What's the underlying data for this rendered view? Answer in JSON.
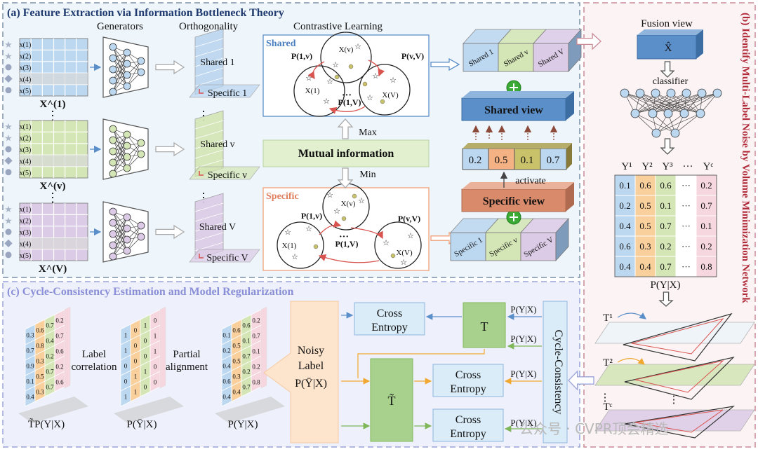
{
  "panel_a": {
    "title": "(a) Feature Extraction via Information Bottleneck Theory",
    "col_generators": "Generators",
    "col_orthogonality": "Orthogonality",
    "col_contrastive": "Contrastive Learning",
    "views": [
      {
        "matrix_label": "X^(1)",
        "shared": "Shared 1",
        "specific": "Specific 1",
        "color": "#bcd7f0"
      },
      {
        "matrix_label": "X^(v)",
        "shared": "Shared v",
        "specific": "Specific v",
        "color": "#d4e6b5"
      },
      {
        "matrix_label": "X^(V)",
        "shared": "Shared V",
        "specific": "Specific V",
        "color": "#dccbe6"
      }
    ],
    "row_labels": [
      "x(1)",
      "x(2)",
      "x(3)",
      "x(4)",
      "x(5)"
    ],
    "shared_title": "Shared",
    "specific_title": "Specific",
    "mutual_information": "Mutual information",
    "max": "Max",
    "min": "Min",
    "activate": "activate",
    "shared_view": "Shared view",
    "specific_view": "Specific view",
    "activation_values": [
      "0.2",
      "0.5",
      "0.1",
      "0.7"
    ],
    "activation_colors": [
      "#bcd7f0",
      "#f4b183",
      "#c9c26a",
      "#bcd7f0"
    ],
    "stack_shared": [
      "Shared 1",
      "Shared v",
      "Shared V"
    ],
    "stack_specific": [
      "Specific 1",
      "Specific v",
      "Specific V"
    ],
    "p_labels": [
      "P(1,v)",
      "P(v,V)",
      "P(1,V)"
    ],
    "x_labels": [
      "X(1)",
      "X(v)",
      "X(V)"
    ]
  },
  "panel_b": {
    "title": "(b) Identify Multi-Label Noise by Volume Minimization Network",
    "fusion_view": "Fusion view",
    "x_hat": "X̂",
    "classifier": "classifier",
    "y_headers": [
      "Y¹",
      "Y²",
      "Y³",
      "···",
      "Yᶜ"
    ],
    "table": [
      [
        "0.1",
        "0.6",
        "0.6",
        "···",
        "0.2"
      ],
      [
        "0.2",
        "0.5",
        "0.1",
        "···",
        "0.7"
      ],
      [
        "0.4",
        "0.5",
        "0.7",
        "···",
        "0.1"
      ],
      [
        "0.6",
        "0.3",
        "0.2",
        "···",
        "0.2"
      ],
      [
        "0.4",
        "0.4",
        "0.7",
        "···",
        "0.8"
      ]
    ],
    "table_colors": [
      "#bcd7f0",
      "#f9cf9b",
      "#d4e6b5",
      "#ffffff",
      "#f6d6df"
    ],
    "pyx": "P(Y|X)",
    "t_labels": [
      "T¹",
      "T²",
      "Tᶜ"
    ]
  },
  "panel_c": {
    "title": "(c) Cycle-Consistency Estimation and Model Regularization",
    "label_correlation": "Label correlation",
    "partial_alignment": "Partial alignment",
    "matrix_captions": [
      "T̃P(Y|X)",
      "P(Ȳ|X)",
      "P(Y|X)"
    ],
    "m1_values": [
      [
        "0.3",
        "0.6",
        "0.7",
        "0.2"
      ],
      [
        "0.7",
        "0.8",
        "0.4",
        "0.7"
      ],
      [
        "0.9",
        "0.3",
        "0.2",
        "0.6"
      ],
      [
        "0.1",
        "0.5",
        "0.7",
        "0.2"
      ],
      [
        "0.4",
        "0.3",
        "0.7",
        "0.6"
      ]
    ],
    "m2_values": [
      [
        "1",
        "0",
        "1",
        "0"
      ],
      [
        "1",
        "0",
        "0",
        "1"
      ],
      [
        "0",
        "0",
        "0",
        "1"
      ],
      [
        "0",
        "1",
        "1",
        "0"
      ],
      [
        "1",
        "1",
        "0",
        "0"
      ]
    ],
    "m3_values": [
      [
        "0.1",
        "0.6",
        "0.6",
        "0.2"
      ],
      [
        "0.2",
        "0.5",
        "0.1",
        "0.7"
      ],
      [
        "0.4",
        "0.5",
        "0.7",
        "0.1"
      ],
      [
        "0.6",
        "0.3",
        "0.2",
        "0.2"
      ],
      [
        "0.4",
        "0.4",
        "0.7",
        "0.8"
      ]
    ],
    "noisy_label": "Noisy Label",
    "noisy_formula": "P(Ȳ|X)",
    "cross_entropy": "Cross Entropy",
    "t": "T",
    "t_tilde": "T̃",
    "pyx": "P(Y|X)",
    "cycle_consistency": "Cycle-Consistency"
  },
  "watermark": "公众号 · CVPR顶会精选"
}
